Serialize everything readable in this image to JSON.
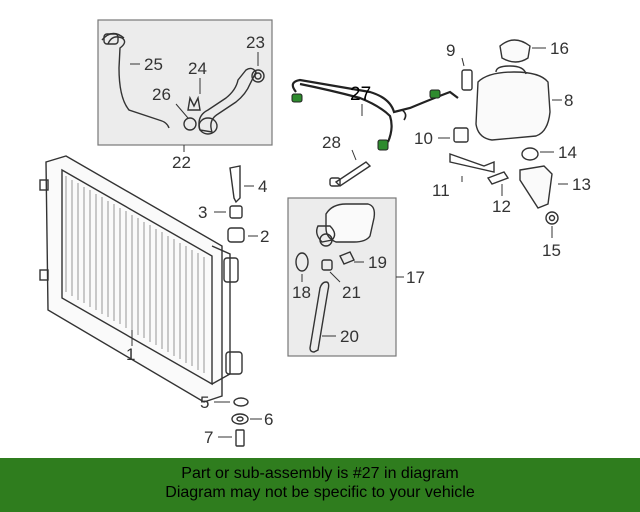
{
  "labels": {
    "p1": "1",
    "p2": "2",
    "p3": "3",
    "p4": "4",
    "p5": "5",
    "p6": "6",
    "p7": "7",
    "p8": "8",
    "p9": "9",
    "p10": "10",
    "p11": "11",
    "p12": "12",
    "p13": "13",
    "p14": "14",
    "p15": "15",
    "p16": "16",
    "p17": "17",
    "p18": "18",
    "p19": "19",
    "p20": "20",
    "p21": "21",
    "p22": "22",
    "p23": "23",
    "p24": "24",
    "p25": "25",
    "p26": "26",
    "p27": "27",
    "p28": "28"
  },
  "highlight_part": "27",
  "footer": {
    "line1": "Part or sub-assembly is #27 in diagram",
    "line2": "Diagram may not be specific to your vehicle"
  },
  "colors": {
    "footer_bg": "#2f7d1e",
    "highlight_connector": "#2e8b2e",
    "line": "#333333"
  }
}
